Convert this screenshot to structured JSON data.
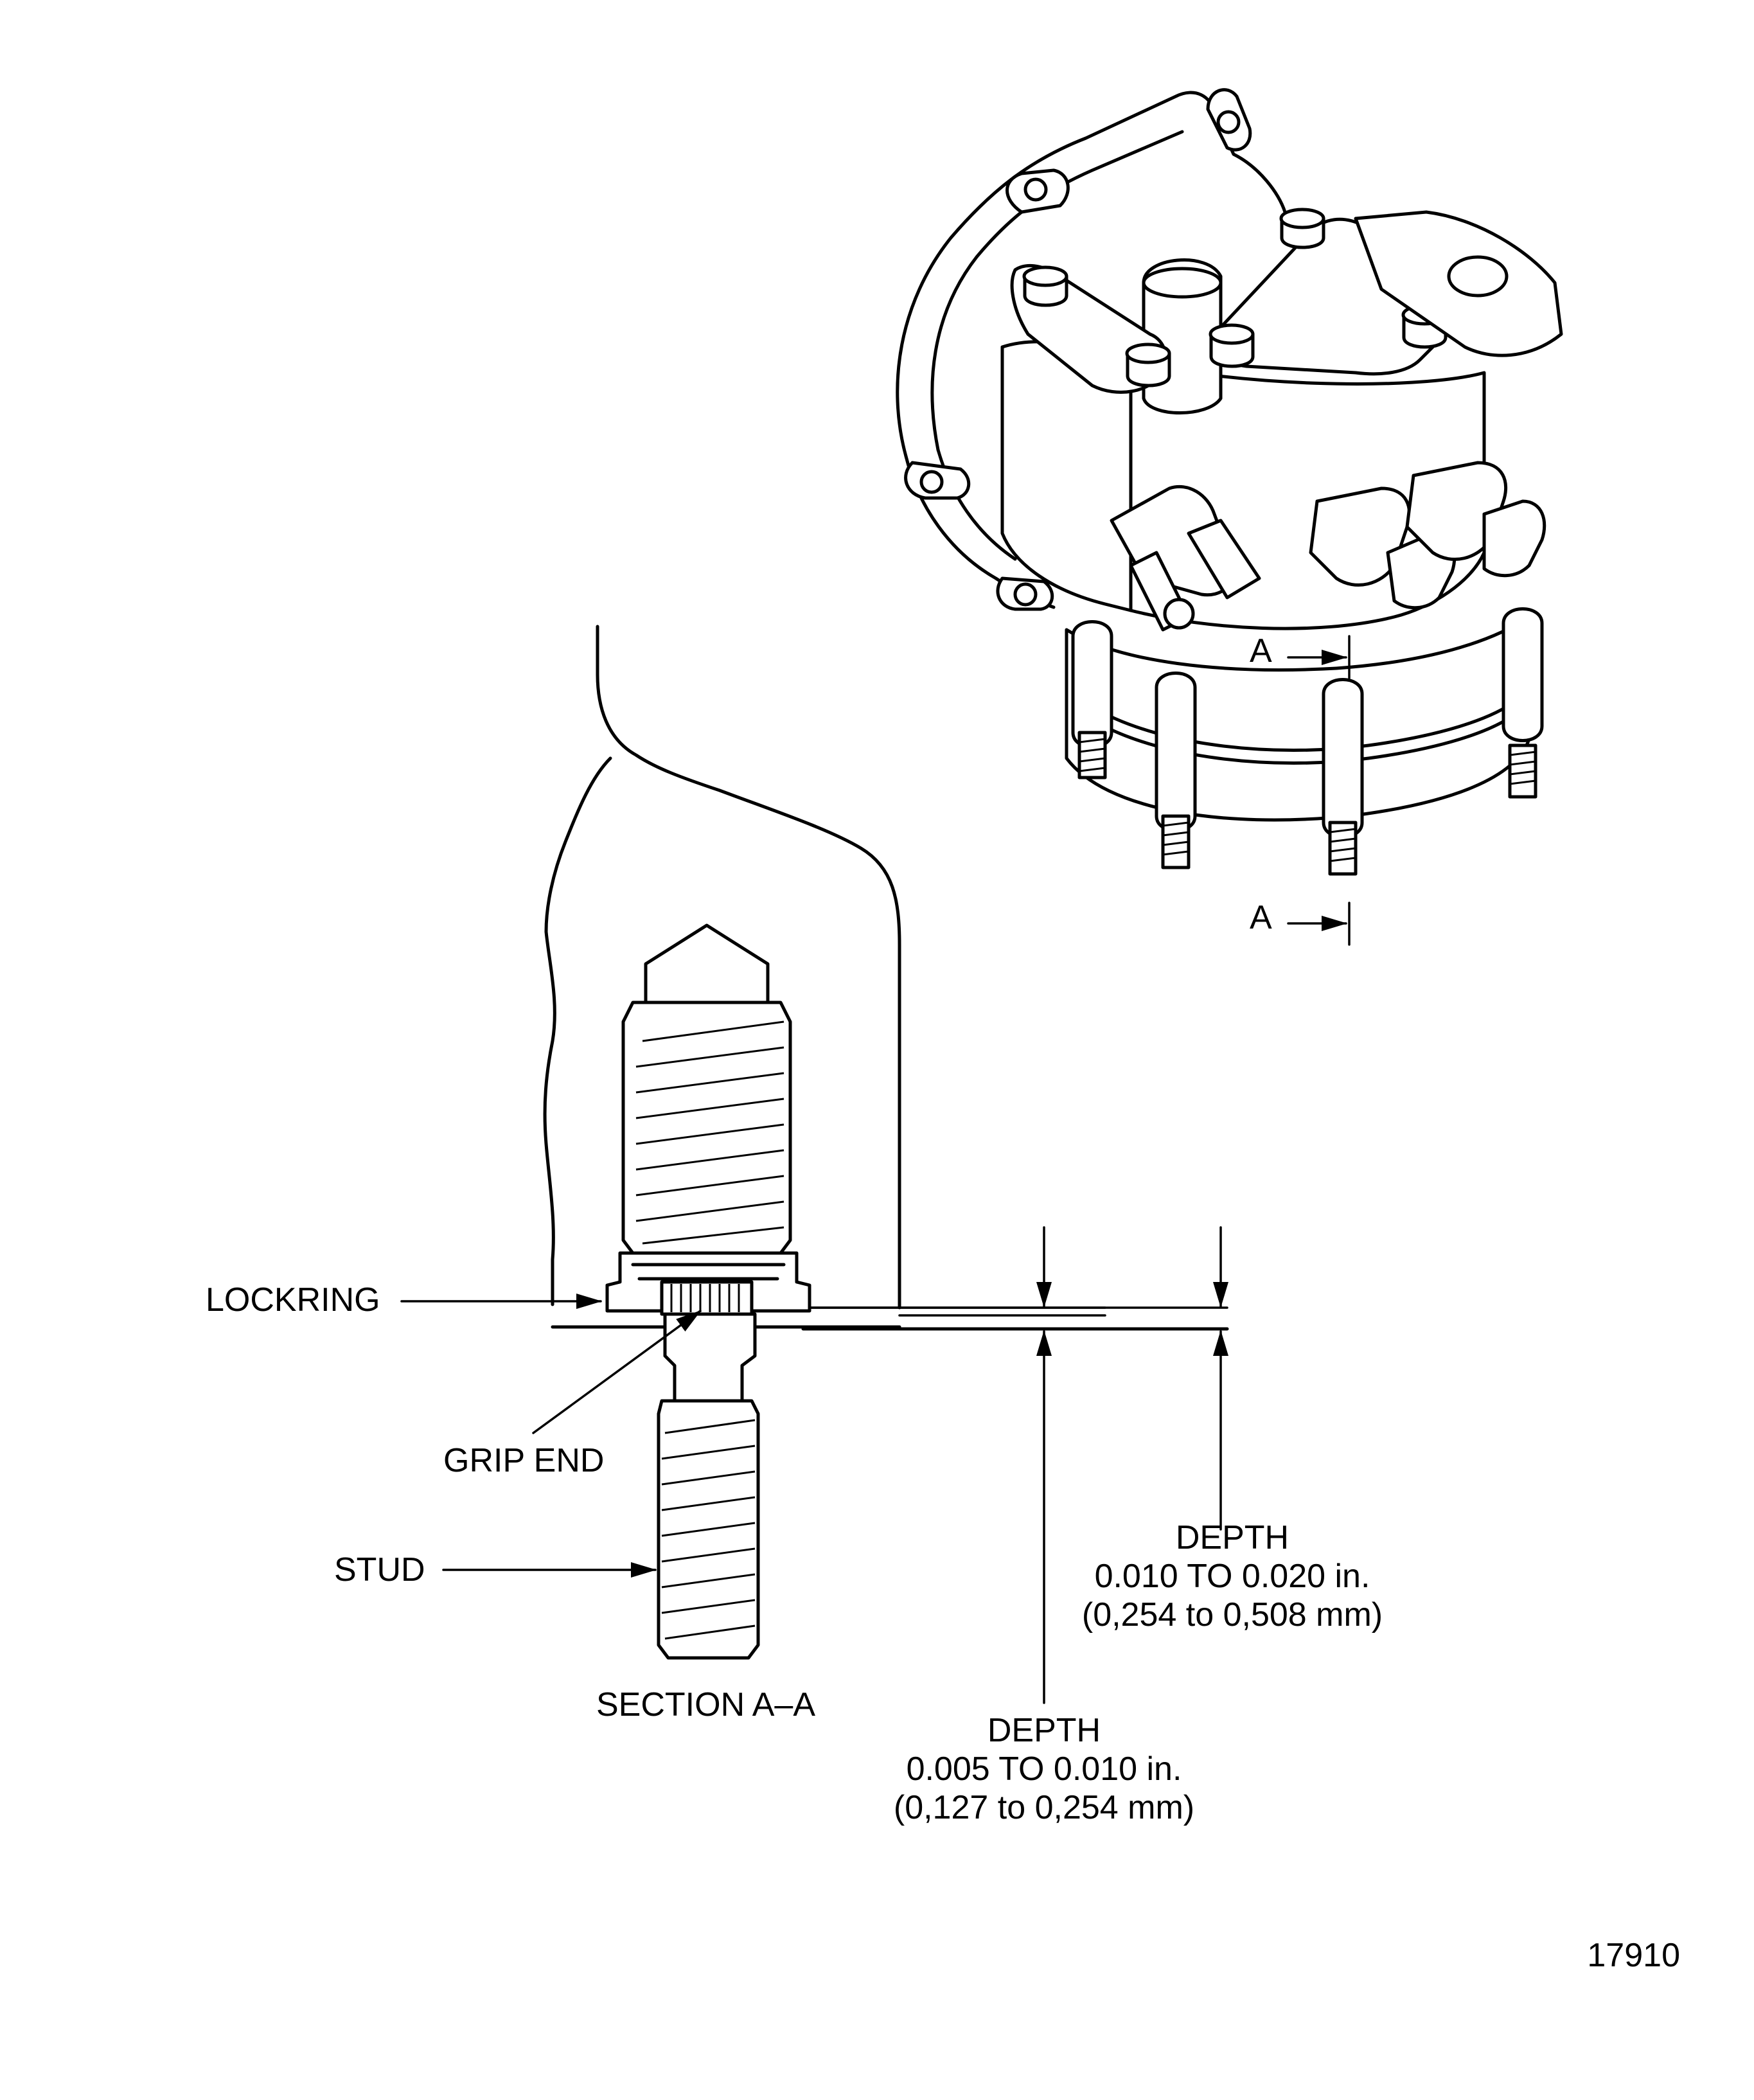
{
  "figure_number": "17910",
  "section_marker": {
    "letter": "A"
  },
  "labels": {
    "lockring": "LOCKRING",
    "grip_end": "GRIP END",
    "stud": "STUD",
    "section_title": "SECTION A–A"
  },
  "depth_upper": {
    "title": "DEPTH",
    "inch": "0.010 TO 0.020 in.",
    "mm": "(0,254 to 0,508 mm)"
  },
  "depth_lower": {
    "title": "DEPTH",
    "inch": "0.005 TO 0.010 in.",
    "mm": "(0,127 to 0,254 mm)"
  }
}
